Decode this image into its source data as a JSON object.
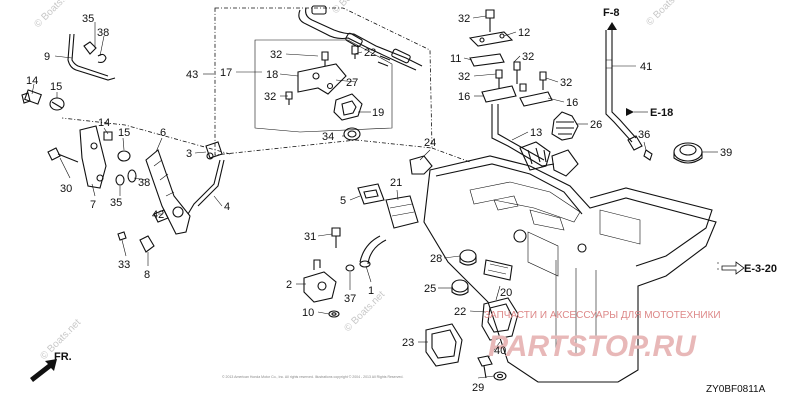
{
  "callouts": [
    {
      "id": "p35a",
      "text": "35"
    },
    {
      "id": "p38a",
      "text": "38"
    },
    {
      "id": "p9",
      "text": "9"
    },
    {
      "id": "p14a",
      "text": "14"
    },
    {
      "id": "p15a",
      "text": "15"
    },
    {
      "id": "p43",
      "text": "43"
    },
    {
      "id": "p17",
      "text": "17"
    },
    {
      "id": "p32a",
      "text": "32"
    },
    {
      "id": "p18",
      "text": "18"
    },
    {
      "id": "p32b",
      "text": "32"
    },
    {
      "id": "p22a",
      "text": "22"
    },
    {
      "id": "p27",
      "text": "27"
    },
    {
      "id": "p19",
      "text": "19"
    },
    {
      "id": "p34",
      "text": "34"
    },
    {
      "id": "p32c",
      "text": "32"
    },
    {
      "id": "p12",
      "text": "12"
    },
    {
      "id": "p11",
      "text": "11"
    },
    {
      "id": "p32d",
      "text": "32"
    },
    {
      "id": "p32e",
      "text": "32"
    },
    {
      "id": "p32f",
      "text": "32"
    },
    {
      "id": "p16a",
      "text": "16"
    },
    {
      "id": "p16b",
      "text": "16"
    },
    {
      "id": "p41",
      "text": "41"
    },
    {
      "id": "p13",
      "text": "13"
    },
    {
      "id": "p26",
      "text": "26"
    },
    {
      "id": "p36",
      "text": "36"
    },
    {
      "id": "p39",
      "text": "39"
    },
    {
      "id": "p14b",
      "text": "14"
    },
    {
      "id": "p15b",
      "text": "15"
    },
    {
      "id": "p6",
      "text": "6"
    },
    {
      "id": "p3",
      "text": "3"
    },
    {
      "id": "p30",
      "text": "30"
    },
    {
      "id": "p7",
      "text": "7"
    },
    {
      "id": "p35b",
      "text": "35"
    },
    {
      "id": "p38b",
      "text": "38"
    },
    {
      "id": "p42",
      "text": "42"
    },
    {
      "id": "p4",
      "text": "4"
    },
    {
      "id": "p33",
      "text": "33"
    },
    {
      "id": "p8",
      "text": "8"
    },
    {
      "id": "p24",
      "text": "24"
    },
    {
      "id": "p21",
      "text": "21"
    },
    {
      "id": "p5",
      "text": "5"
    },
    {
      "id": "p31",
      "text": "31"
    },
    {
      "id": "p28",
      "text": "28"
    },
    {
      "id": "p2",
      "text": "2"
    },
    {
      "id": "p37",
      "text": "37"
    },
    {
      "id": "p1",
      "text": "1"
    },
    {
      "id": "p25",
      "text": "25"
    },
    {
      "id": "p10",
      "text": "10"
    },
    {
      "id": "p20",
      "text": "20"
    },
    {
      "id": "p22b",
      "text": "22"
    },
    {
      "id": "p23",
      "text": "23"
    },
    {
      "id": "p40",
      "text": "40"
    },
    {
      "id": "p29",
      "text": "29"
    }
  ],
  "references": {
    "f8": "F-8",
    "e18": "E-18",
    "e320": "E-3-20",
    "front": "FR."
  },
  "diagram_code": "ZY0BF0811A",
  "watermark": "© Boats.net",
  "copyright": "© 2013 American Honda Motor Co., Inc. All rights reserved.   Illustrations copyright © 2004 - 2013 All Rights Reserved.",
  "brand": {
    "tagline": "ЗАПЧАСТИ И АКСЕССУАРЫ ДЛЯ МОТОТЕХНИКИ",
    "logo": "PARTSTOP.RU"
  }
}
